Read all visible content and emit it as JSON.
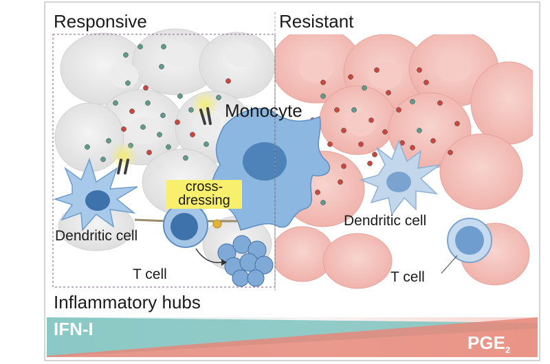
{
  "panels": {
    "left": "Responsive",
    "right": "Resistant"
  },
  "labels": {
    "monocyte": "Monocyte",
    "dendritic_left": "Dendritic cell",
    "dendritic_right": "Dendritic cell",
    "t_cell_left": "T cell",
    "t_cell_right": "T cell",
    "cross_line1": "cross-",
    "cross_line2": "dressing",
    "hubs": "Inflammatory hubs"
  },
  "gradient": {
    "left_label": "IFN-I",
    "right_label": "PGE",
    "right_sub": "2",
    "left_color": "#7fc3bf",
    "right_color": "#e8887a"
  },
  "colors": {
    "tumor_gray": "#e7e7e7",
    "tumor_pink": "#f4c2bb",
    "immune_blue": "#6fa4d4",
    "dot_red": "#c9473d",
    "dot_teal": "#5f9a8c"
  }
}
